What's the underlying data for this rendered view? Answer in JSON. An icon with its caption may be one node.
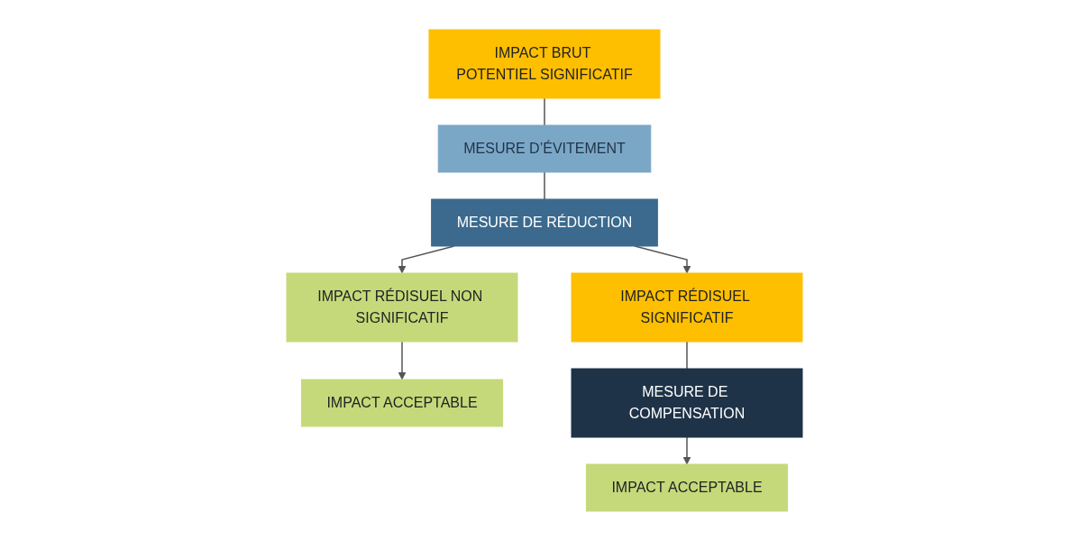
{
  "diagram": {
    "nodes": [
      {
        "text": [
          "IMPACT BRUT POTENTIEL SIGNIFICATIF"
        ]
      },
      {
        "text": [
          "MESURE D’ÉVITEMENT"
        ]
      },
      {
        "text": [
          "MESURE DE RÉDUCTION"
        ]
      },
      {
        "text": [
          "IMPACT RÉDISUEL NON SIGNIFICATIF"
        ]
      },
      {
        "text": [
          "IMPACT ACCEPTABLE"
        ]
      },
      {
        "text": [
          "IMPACT RÉDISUEL SIGNIFICATIF"
        ]
      },
      {
        "text": [
          "MESURE DE COMPENSATION"
        ]
      },
      {
        "text": [
          "IMPACT ACCEPTABLE"
        ]
      }
    ],
    "edges": [
      {
        "from": 0,
        "to": 1,
        "arrow": "none"
      },
      {
        "from": 1,
        "to": 2,
        "arrow": "none"
      },
      {
        "from": 2,
        "to": 3,
        "arrow": "to"
      },
      {
        "from": 2,
        "to": 5,
        "arrow": "to"
      },
      {
        "from": 3,
        "to": 4,
        "arrow": "to"
      },
      {
        "from": 5,
        "to": 6,
        "arrow": "none"
      },
      {
        "from": 6,
        "to": 7,
        "arrow": "to"
      }
    ]
  }
}
